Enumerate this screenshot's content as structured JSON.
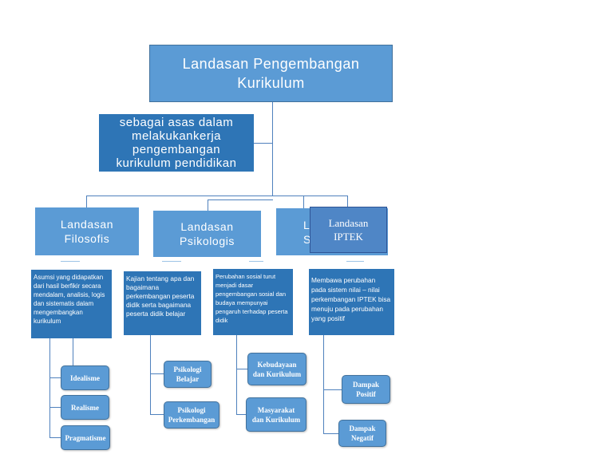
{
  "root": {
    "line1": "Landasan Pengembangan",
    "line2": "Kurikulum"
  },
  "subtitle": {
    "line1": "sebagai asas  dalam",
    "line2": "melakukankerja",
    "line3": "pengembangan",
    "line4": "kurikulum pendidikan"
  },
  "categories": [
    {
      "line1": "Landasan",
      "line2": "Filosofis"
    },
    {
      "line1": "Landasan",
      "line2": "Psikologis"
    },
    {
      "line1": "L",
      "line2": "So"
    },
    {
      "line1": "Landasan",
      "line2": "IPTEK"
    }
  ],
  "descriptions": [
    {
      "text": "Asumsi yang didapatkan dari hasil berfikir secara mendalam, analisis, logis dan sistematis dalam mengembangkan kurikulum"
    },
    {
      "text": "Kajian tentang apa dan bagaimana perkembangan peserta didik serta bagaimana peserta didik belajar"
    },
    {
      "text": "Perubahan sosial turut menjadi dasar pengembangan sosial dan budaya mempunyai pengaruh terhadap peserta didik"
    },
    {
      "text": "Membawa perubahan pada sistem nilai – nilai perkembangan IPTEK bisa menuju pada perubahan yang positif"
    }
  ],
  "leaves": {
    "filosofis": [
      "Idealisme",
      "Realisme",
      "Pragmatisme"
    ],
    "psikologis": [
      {
        "line1": "Psikologi",
        "line2": "Belajar"
      },
      {
        "line1": "Psikologi",
        "line2": "Perkembangan"
      }
    ],
    "sosial": [
      {
        "line1": "Kebudayaan",
        "line2": "dan Kurikulum"
      },
      {
        "line1": "Masyarakat",
        "line2": "dan Kurikulum"
      }
    ],
    "iptek": [
      {
        "line1": "Dampak",
        "line2": "Positif"
      },
      {
        "line1": "Dampak",
        "line2": "Negatif"
      }
    ]
  },
  "colors": {
    "box": "#5b9bd5",
    "box_dark": "#2e75b6",
    "connector": "#4f81bd"
  }
}
